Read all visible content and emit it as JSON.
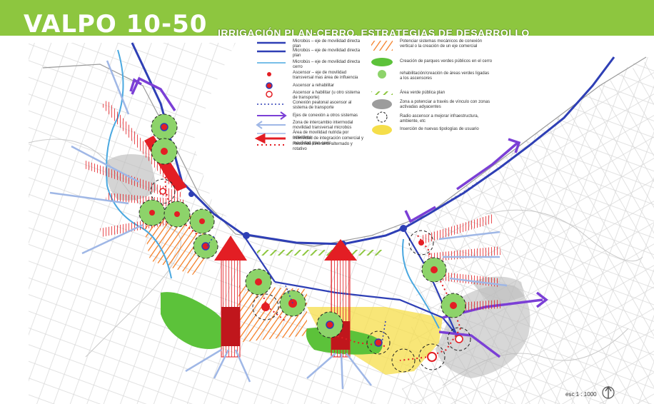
{
  "header": {
    "title": "VALPO 10-50",
    "subtitle": "IRRIGACIÓN PLAN-CERRO.  ESTRATEGIAS DE DESARROLLO"
  },
  "legend": {
    "left": [
      {
        "sym": "line-blue-thick",
        "text": "Microbús – eje de movilidad directa plan"
      },
      {
        "sym": "line-blue-thick",
        "text": "Microbús – eje de movilidad directa plan"
      },
      {
        "sym": "line-blue-thin",
        "text": "Microbús – eje de movilidad directa cerro"
      },
      {
        "sym": "dot-red",
        "text": "Ascensor – eje de movilidad transversal mas área de influencia"
      },
      {
        "sym": "dot-red-blue",
        "text": "Ascensor a rehabilitar"
      },
      {
        "sym": "dot-red-ring",
        "text": "Ascensor a habilitar (u otro sistema de transporte)"
      },
      {
        "sym": "dots-blue",
        "text": "Conexión peatonal ascensor al sistema de transporte"
      },
      {
        "sym": "arrow-purple",
        "text": "Ejes de conexión a otros sistemas"
      },
      {
        "sym": "arrow-blue-outline",
        "text": "Zona de intercambio intermodal movilidad transversal microbús"
      },
      {
        "sym": "arrow-lightblue",
        "text": "Área de movilidad nutrida por colectivos"
      },
      {
        "sym": "arrow-red",
        "text": "Intensidad de integración comercial y movilidad plan-cerro"
      },
      {
        "sym": "dots-red",
        "text": "Recorrido itinerante alternado y rotativo"
      }
    ],
    "right": [
      {
        "sym": "hatch-orange",
        "text": "Potenciar sistemas mecánicos de conexión vertical o la creación de un eje comercial"
      },
      {
        "sym": "blob-green",
        "text": "Creación de parques verdes públicos en el cerro"
      },
      {
        "sym": "circle-green",
        "text": "rehabilitación/creación de áreas verdes ligadas a los ascensores"
      },
      {
        "sym": "hatch-green",
        "text": "Área verde pública plan"
      },
      {
        "sym": "blob-gray",
        "text": "Zona a potenciar a través de vínculo con zonas activadas adyacentes"
      },
      {
        "sym": "circle-dashed",
        "text": "Radio ascensor a mejorar infraestructura, ambiente, etc"
      },
      {
        "sym": "blob-yellow",
        "text": "Inserción de nuevas tipologías de usuario"
      }
    ]
  },
  "scale": {
    "label": "esc 1 : 1000"
  },
  "colors": {
    "header_green": "#8dc63f",
    "bus_blue": "#2e3fb5",
    "light_blue": "#4aa8e0",
    "red": "#e31e24",
    "purple": "#7b3fd6",
    "orange": "#f47b20",
    "park_green": "#5cc23a",
    "gray": "#b9b9b9",
    "yellow": "#f5de4a"
  },
  "icons": {
    "north": "north-arrow-icon"
  }
}
